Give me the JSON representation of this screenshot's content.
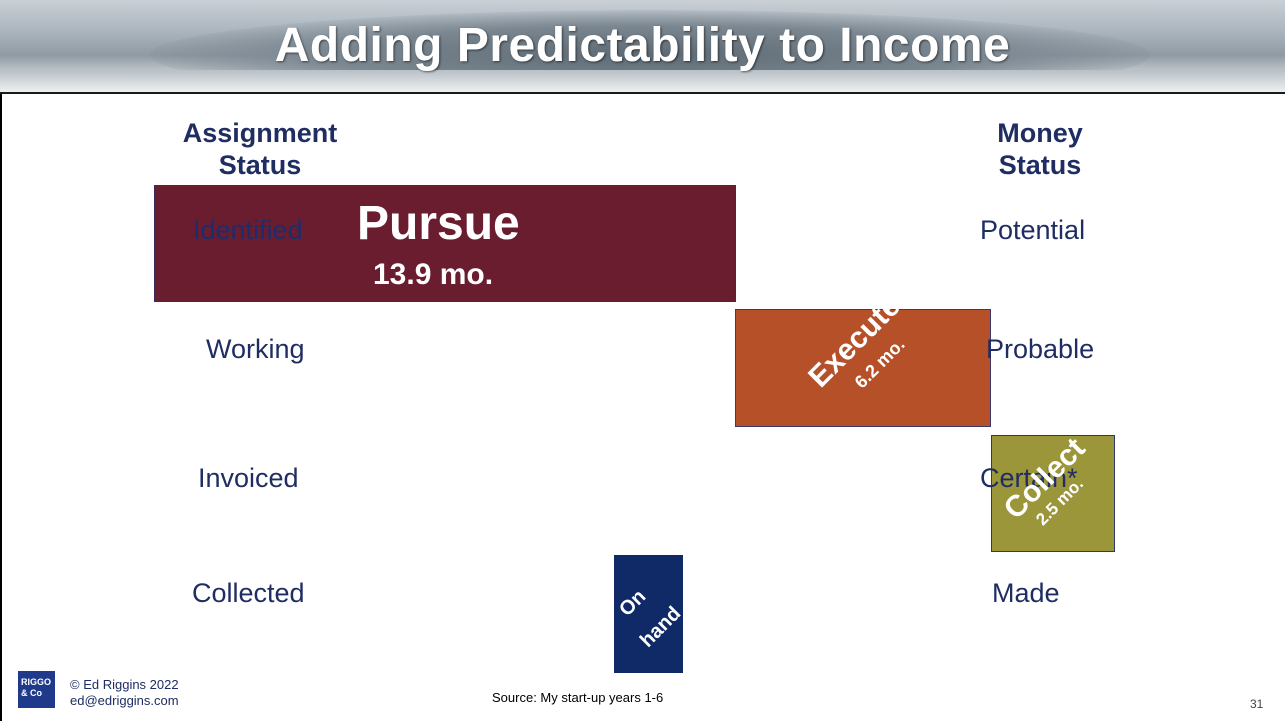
{
  "slide": {
    "title": "Adding Predictability to Income",
    "page_number": "31"
  },
  "columns": {
    "assignment_heading_line1": "Assignment",
    "assignment_heading_line2": "Status",
    "money_heading_line1": "Money",
    "money_heading_line2": "Status"
  },
  "assignment_status": [
    "Identified",
    "Working",
    "Invoiced",
    "Collected"
  ],
  "money_status": [
    "Potential",
    "Probable",
    "Certain*",
    "Made"
  ],
  "phases": {
    "pursue": {
      "label": "Pursue",
      "duration": "13.9 mo.",
      "color": "#6b1d30"
    },
    "execute": {
      "label": "Execute",
      "duration": "6.2 mo.",
      "color": "#b65029"
    },
    "collect": {
      "label": "Collect",
      "duration": "2.5 mo.",
      "color": "#9b963a"
    },
    "onhand": {
      "label_line1": "On",
      "label_line2": "hand",
      "color": "#0f2a66"
    }
  },
  "footer": {
    "logo_line1": "RIGGO",
    "logo_line2": "& Co",
    "copyright": "© Ed Riggins 2022",
    "email": "ed@edriggins.com",
    "source": "Source: My start-up years 1-6"
  }
}
